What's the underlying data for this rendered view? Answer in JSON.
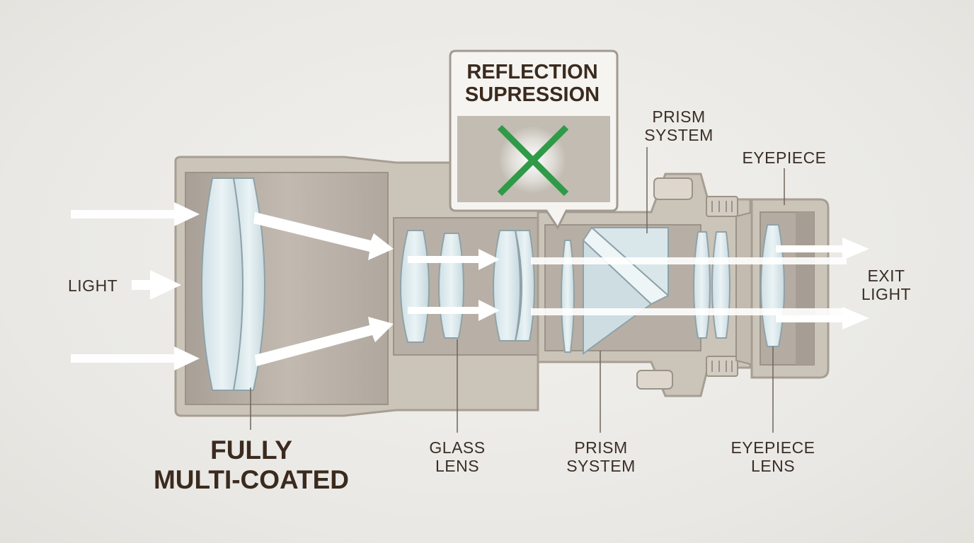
{
  "colors": {
    "housing": "#c9c1b6",
    "housing_stroke": "#a89f94",
    "interior": "#b3aba1",
    "glass": "#d7e6ea",
    "arrow": "#ffffff",
    "text": "#3a2e26",
    "cross": "#2f9a47",
    "callout_border": "#a29a90"
  },
  "labels": {
    "light": "LIGHT",
    "exit_light": [
      "EXIT",
      "LIGHT"
    ],
    "prism_top": [
      "PRISM",
      "SYSTEM"
    ],
    "eyepiece_top": "EYEPIECE",
    "fully_multi_coated": [
      "FULLY",
      "MULTI-COATED"
    ],
    "glass_lens": [
      "GLASS",
      "LENS"
    ],
    "prism_bottom": [
      "PRISM",
      "SYSTEM"
    ],
    "eyepiece_lens": [
      "EYEPIECE",
      "LENS"
    ]
  },
  "callout": {
    "title": [
      "REFLECTION",
      "SUPRESSION"
    ],
    "icon": "cross-icon"
  }
}
